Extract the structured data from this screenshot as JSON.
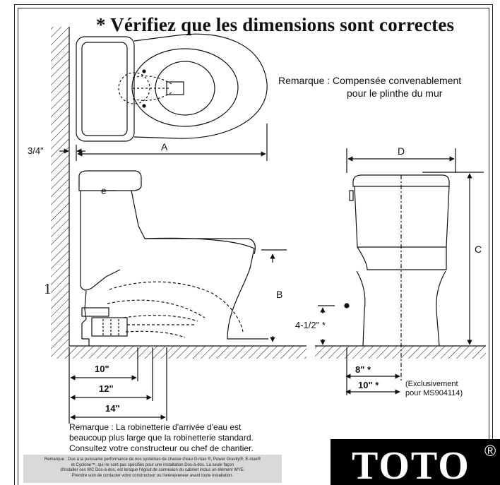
{
  "title": "* Vérifiez que les dimensions sont correctes",
  "remark_top": {
    "line1": "Remarque : Compensée convenablement",
    "line2": "pour le plinthe du mur"
  },
  "dimensions": {
    "a": "A",
    "b": "B",
    "c": "C",
    "d": "D",
    "wall_offset": "3/4\"",
    "supply_height": "4-1/2\" *",
    "rough_10": "10\"",
    "rough_12": "12\"",
    "rough_14": "14\"",
    "front_8": "8\" *",
    "front_10": "10\" *"
  },
  "side_number": "1",
  "exclusive_note": {
    "line1": "(Exclusivement",
    "line2": "pour MS904114)"
  },
  "remark_bottom": {
    "line1": "Remarque : La robinetterie d'arrivée d'eau est",
    "line2": "beaucoup plus large que la robinetterie standard.",
    "line3": "Consultez votre constructeur ou chef de chantier."
  },
  "fineprint": {
    "line1": "Remarque : Due à la puissante performance de nos systèmes de chasse d'eau G-max ®, Power Gravity®, E-max®",
    "line2": "et Cyclone™, qui ne sont pas spécifiés pour une installation Dos-à-dos. La seule façon",
    "line3": "d'installer ces WC Dos-à-dos, est lorsque l'égout de connexion du cabinet inclus un élément WYE.",
    "line4": "Prendre soin de contacter votre constructeur ou l'entrepreneur avant toute installation."
  },
  "logo": {
    "text": "TOTO",
    "mark": "®"
  }
}
